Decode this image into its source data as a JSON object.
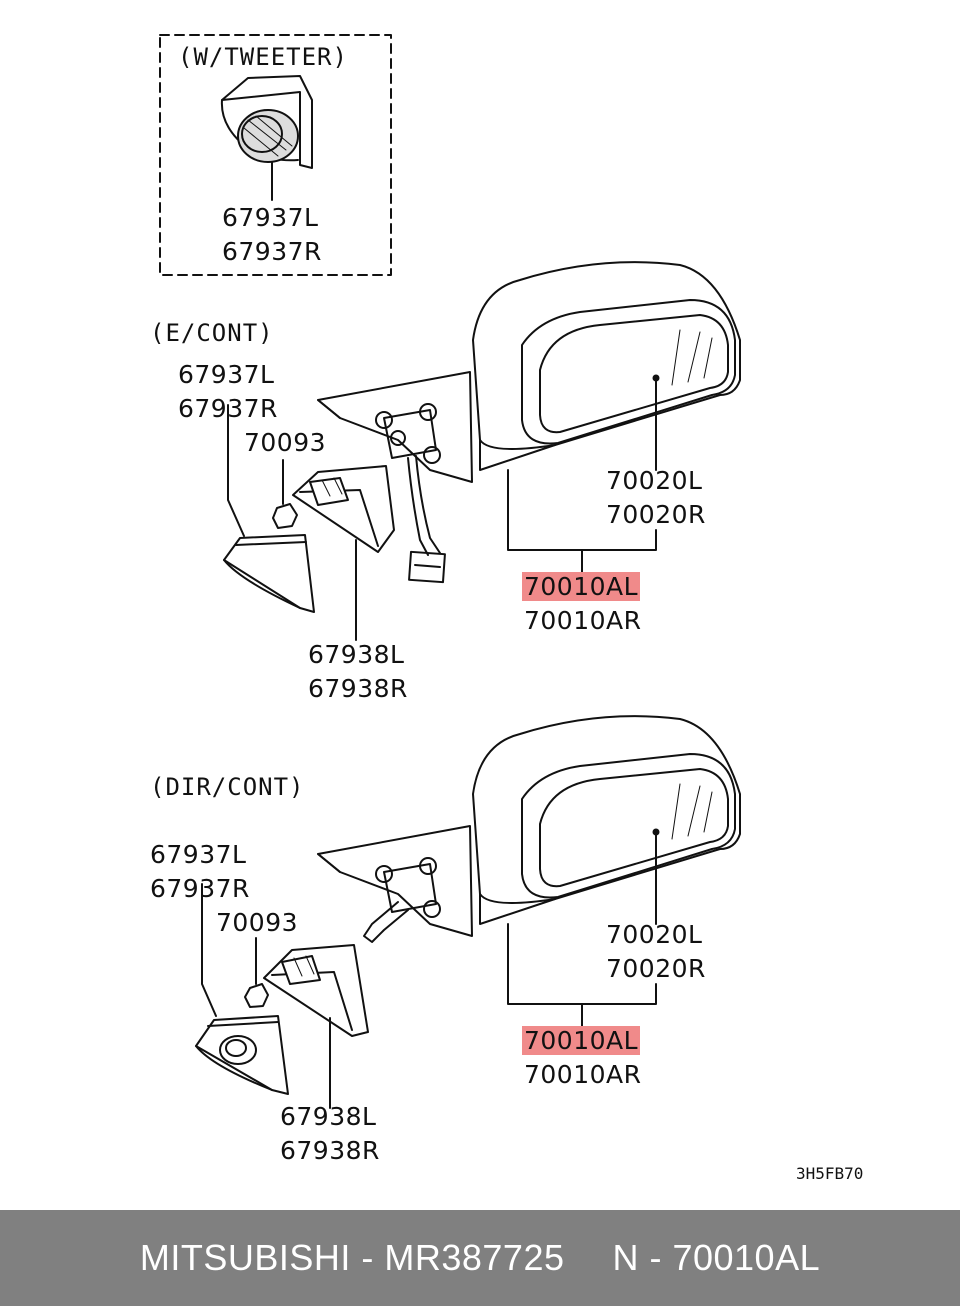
{
  "diagram": {
    "sections": {
      "tweeter": "(W/TWEETER)",
      "econt": "(E/CONT)",
      "dircont": "(DIR/CONT)"
    },
    "tweeter_parts": [
      "67937L",
      "67937R"
    ],
    "econt_parts": {
      "cover_l": "67937L",
      "cover_r": "67937R",
      "nut": "70093",
      "bracket_l": "67938L",
      "bracket_r": "67938R",
      "glass_l": "70020L",
      "glass_r": "70020R",
      "mirror_l": "70010AL",
      "mirror_r": "70010AR"
    },
    "dircont_parts": {
      "cover_l": "67937L",
      "cover_r": "67937R",
      "nut": "70093",
      "bracket_l": "67938L",
      "bracket_r": "67938R",
      "glass_l": "70020L",
      "glass_r": "70020R",
      "mirror_l": "70010AL",
      "mirror_r": "70010AR"
    },
    "code": "3H5FB70",
    "highlight_color": "#f08a8a"
  },
  "footer": {
    "brand_part": "MITSUBISHI - MR387725",
    "ref": "N - 70010AL"
  }
}
